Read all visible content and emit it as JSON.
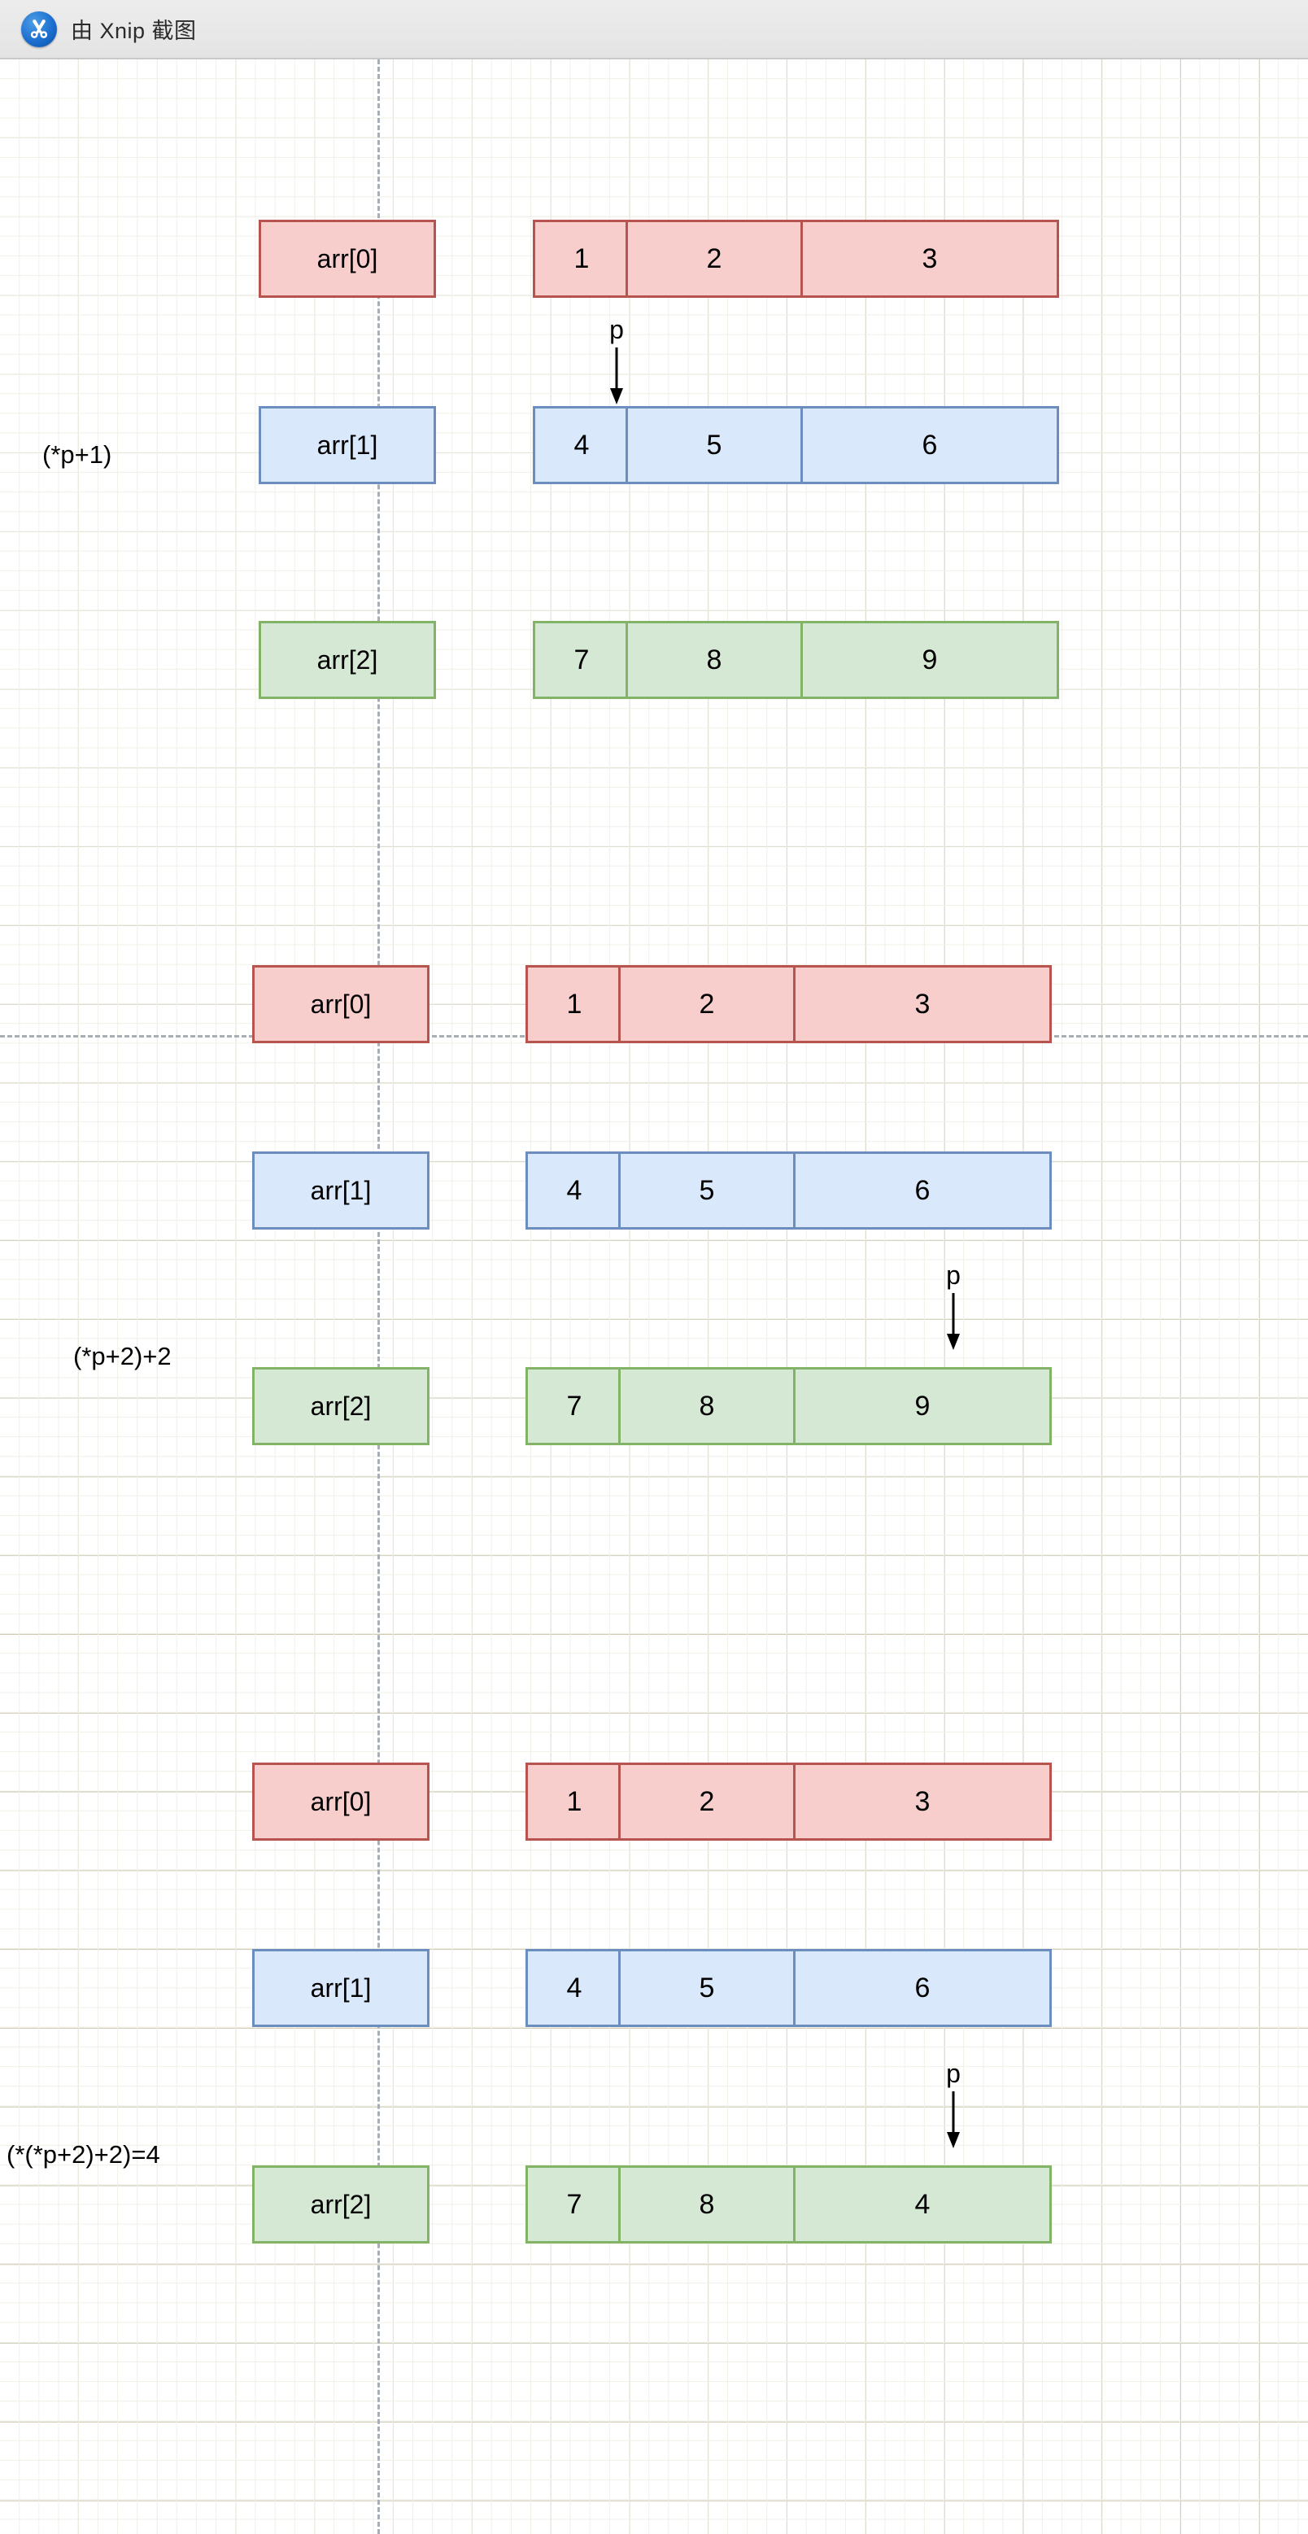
{
  "titlebar": {
    "app_label": "由 Xnip 截图",
    "logo_icon": "xnip-scissors-logo"
  },
  "canvas": {
    "grid": {
      "minor_color": "#f0f0e8",
      "major_color": "#c9c5ad",
      "guide_color": "#a9adb4"
    },
    "palette": {
      "red_fill": "#f8cecc",
      "red_stroke": "#b85450",
      "blue_fill": "#dae8fc",
      "blue_stroke": "#6c8ebf",
      "green_fill": "#d5e8d4",
      "green_stroke": "#82b366"
    }
  },
  "diagram": {
    "type": "2d-array-pointer-arithmetic",
    "sections": [
      {
        "id": "section-1",
        "expression": "(*p+1)",
        "expression_row": 1,
        "pointer": {
          "label": "p",
          "row": 1,
          "cell": 0
        },
        "rows": [
          {
            "name": "arr[0]",
            "color": "red",
            "values": [
              "1",
              "2",
              "3"
            ]
          },
          {
            "name": "arr[1]",
            "color": "blue",
            "values": [
              "4",
              "5",
              "6"
            ]
          },
          {
            "name": "arr[2]",
            "color": "green",
            "values": [
              "7",
              "8",
              "9"
            ]
          }
        ]
      },
      {
        "id": "section-2",
        "expression": "(*p+2)+2",
        "expression_row": 2,
        "pointer": {
          "label": "p",
          "row": 2,
          "cell": 2
        },
        "rows": [
          {
            "name": "arr[0]",
            "color": "red",
            "values": [
              "1",
              "2",
              "3"
            ]
          },
          {
            "name": "arr[1]",
            "color": "blue",
            "values": [
              "4",
              "5",
              "6"
            ]
          },
          {
            "name": "arr[2]",
            "color": "green",
            "values": [
              "7",
              "8",
              "9"
            ]
          }
        ]
      },
      {
        "id": "section-3",
        "expression": "(*(*p+2)+2)=4",
        "expression_row": 2,
        "pointer": {
          "label": "p",
          "row": 2,
          "cell": 2
        },
        "rows": [
          {
            "name": "arr[0]",
            "color": "red",
            "values": [
              "1",
              "2",
              "3"
            ]
          },
          {
            "name": "arr[1]",
            "color": "blue",
            "values": [
              "4",
              "5",
              "6"
            ]
          },
          {
            "name": "arr[2]",
            "color": "green",
            "values": [
              "7",
              "8",
              "4"
            ]
          }
        ]
      }
    ]
  }
}
